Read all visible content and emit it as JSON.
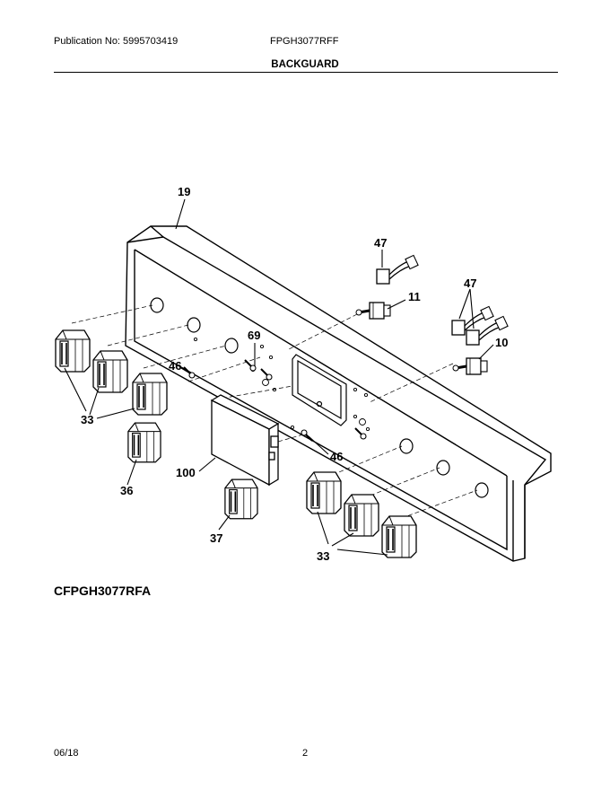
{
  "header": {
    "publication": "Publication No: 5995703419",
    "model": "FPGH3077RFF",
    "section_title": "BACKGUARD"
  },
  "callouts": {
    "backguard": "19",
    "wire_harness_top": "47",
    "switch_top": "11",
    "wire_harness_right": "47",
    "switch_right": "10",
    "screw_clock": "69",
    "screw_left": "46",
    "screw_mid": "46",
    "knobs_left": "33",
    "knob_36": "36",
    "clock_module": "100",
    "knob_37": "37",
    "knobs_right": "33"
  },
  "variant_label": "CFPGH3077RFA",
  "footer": {
    "date": "06/18",
    "page": "2"
  }
}
